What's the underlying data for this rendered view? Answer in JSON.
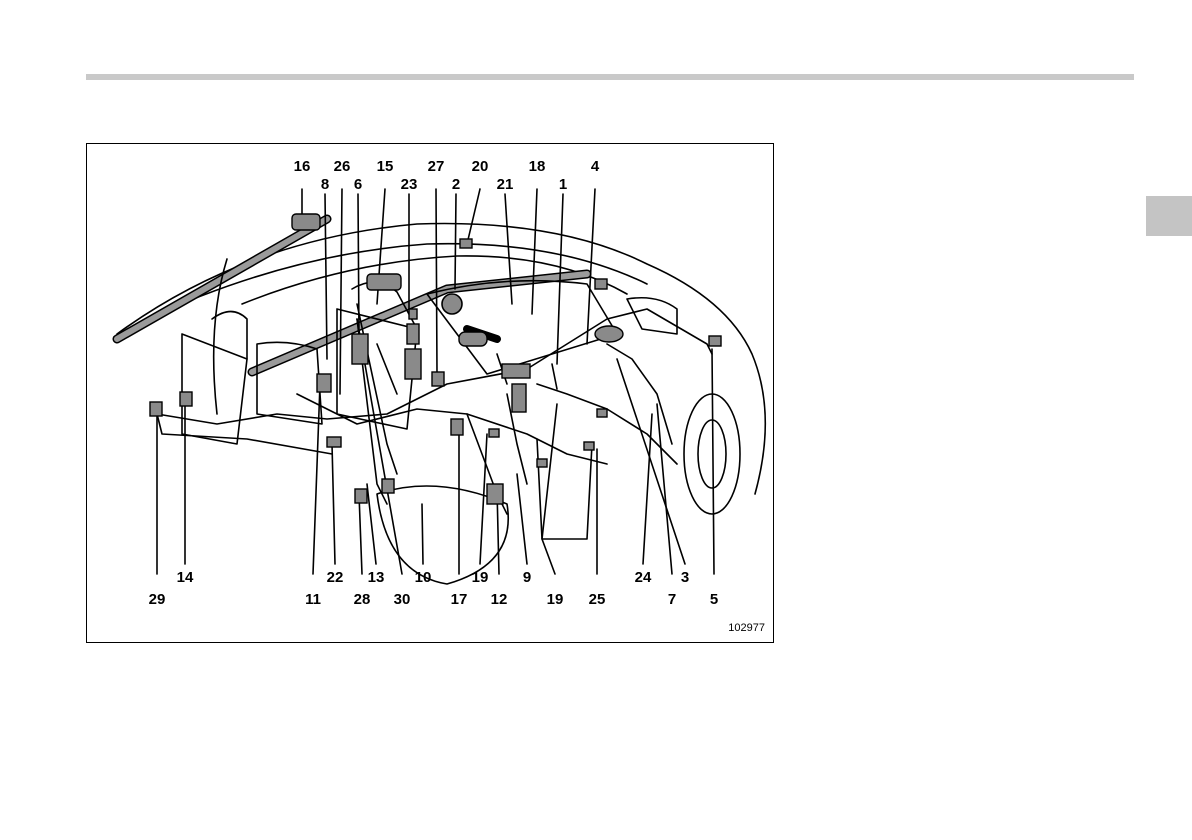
{
  "figure": {
    "id": "102977",
    "callouts_top": [
      "16",
      "26",
      "15",
      "27",
      "20",
      "18",
      "4",
      "8",
      "6",
      "23",
      "2",
      "21",
      "1"
    ],
    "callouts_bottom": [
      "14",
      "22",
      "13",
      "10",
      "19",
      "9",
      "24",
      "3",
      "29",
      "11",
      "28",
      "30",
      "17",
      "12",
      "19",
      "25",
      "7",
      "5"
    ]
  },
  "colors": {
    "rule": "#c9c9c9",
    "tab": "#c4c4c4",
    "line": "#000000",
    "component_fill": "#8a8a8a"
  }
}
